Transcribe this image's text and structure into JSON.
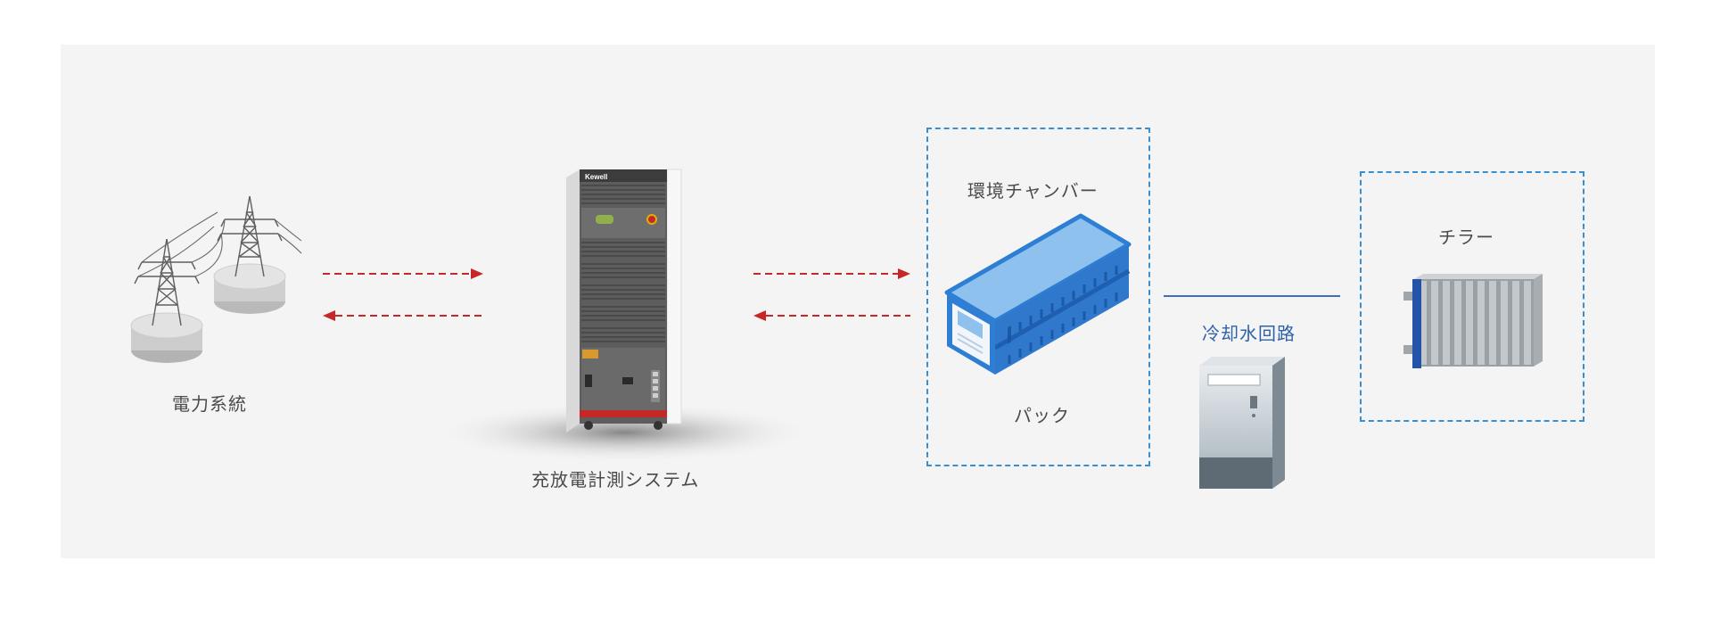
{
  "diagram": {
    "grid": {
      "label": "電力系統"
    },
    "tester": {
      "label": "充放電計測システム",
      "brand": "Kewell"
    },
    "chamber": {
      "title": "環境チャンバー",
      "pack_label": "パック"
    },
    "coolant": {
      "label": "冷却水回路"
    },
    "chiller": {
      "label": "チラー"
    }
  },
  "colors": {
    "panel_bg": "#f4f4f4",
    "arrow": "#c62828",
    "dash_box": "#3a8fd0",
    "link_line": "#3b6fc0",
    "blue_label": "#2f62a8",
    "pack_blue": "#2e7fd4"
  }
}
